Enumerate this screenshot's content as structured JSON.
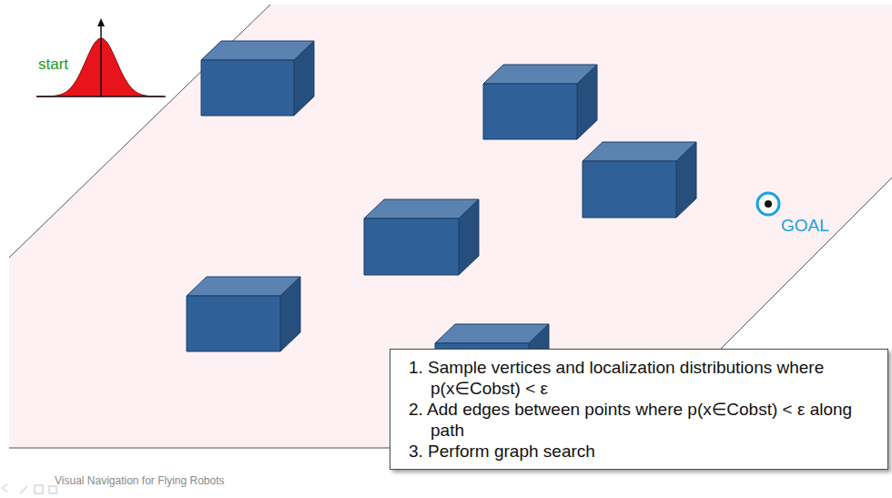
{
  "diagram": {
    "nodes": [
      {
        "text": [
          "1. Sample vertices and localization distributions where p(x∈Cobst) < ε",
          "2. Add edges between points where p(x∈Cobst) < ε along path",
          "3. Perform graph search"
        ]
      }
    ],
    "labels": [
      "start",
      "GOAL",
      "Visual Navigation for Flying Robots"
    ]
  }
}
